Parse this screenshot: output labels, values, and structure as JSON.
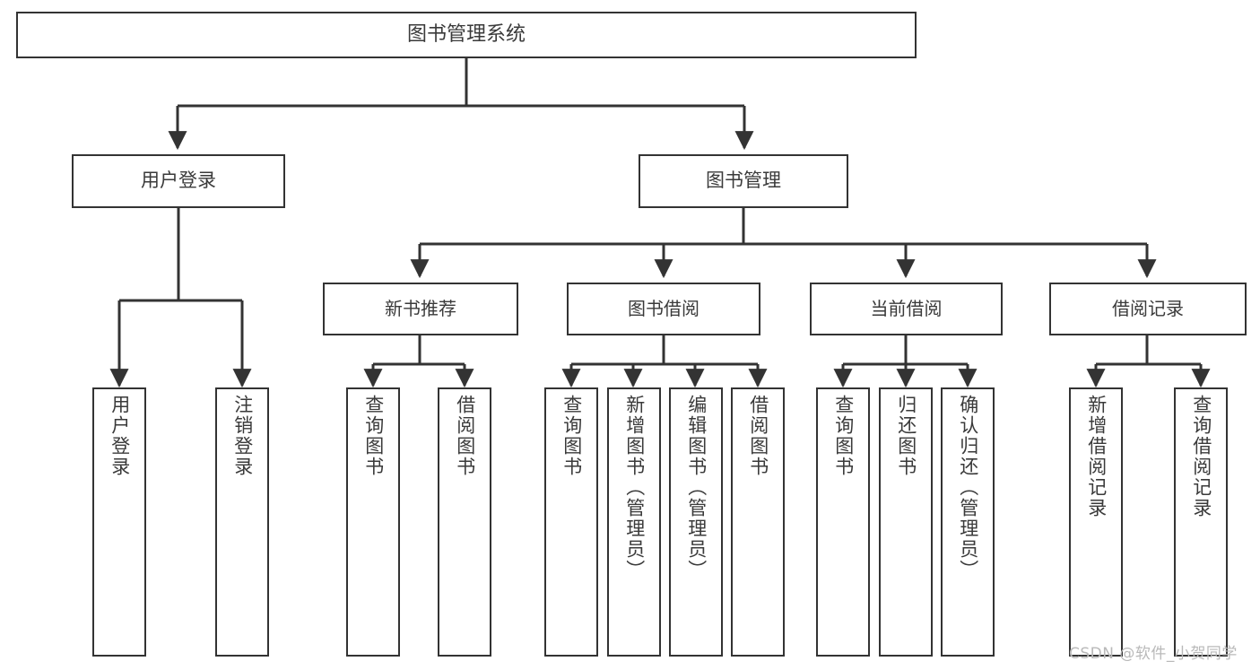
{
  "diagram": {
    "title": "图书管理系统",
    "type": "tree",
    "watermark": "CSDN @软件_小贺同学",
    "colors": {
      "box_border": "#333333",
      "box_fill": "#ffffff",
      "edge": "#333333",
      "text": "#3a3a3a",
      "watermark": "#b9b9b9"
    },
    "nodes": {
      "root": {
        "label": "图书管理系统"
      },
      "level1": [
        {
          "label": "用户登录"
        },
        {
          "label": "图书管理"
        }
      ],
      "level2": [
        {
          "label": "新书推荐"
        },
        {
          "label": "图书借阅"
        },
        {
          "label": "当前借阅"
        },
        {
          "label": "借阅记录"
        }
      ],
      "leaves_user_login": [
        {
          "label": "用户登录"
        },
        {
          "label": "注销登录"
        }
      ],
      "leaves_new_books": [
        {
          "label": "查询图书"
        },
        {
          "label": "借阅图书"
        }
      ],
      "leaves_borrow": [
        {
          "label": "查询图书"
        },
        {
          "label": "新增图书（管理员）"
        },
        {
          "label": "编辑图书（管理员）"
        },
        {
          "label": "借阅图书"
        }
      ],
      "leaves_current": [
        {
          "label": "查询图书"
        },
        {
          "label": "归还图书"
        },
        {
          "label": "确认归还（管理员）"
        }
      ],
      "leaves_records": [
        {
          "label": "新增借阅记录"
        },
        {
          "label": "查询借阅记录"
        }
      ]
    }
  }
}
